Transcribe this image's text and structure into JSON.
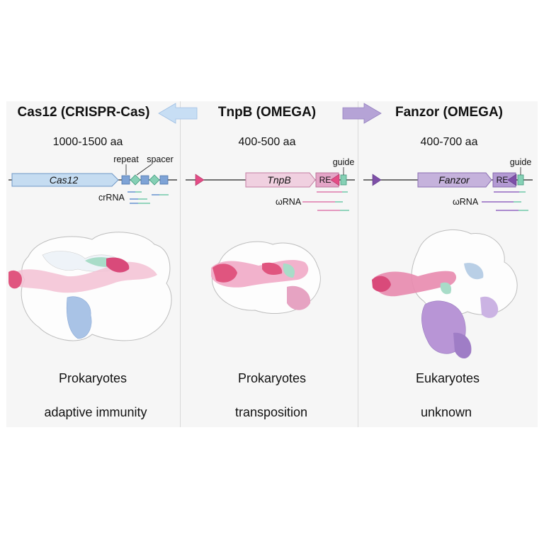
{
  "panels": [
    {
      "title": "Cas12 (CRISPR-Cas)",
      "aa": "1000-1500 aa",
      "gene": "Cas12",
      "labels": {
        "repeat": "repeat",
        "spacer": "spacer",
        "rna": "crRNA"
      },
      "host": "Prokaryotes",
      "function": "adaptive immunity",
      "colors": {
        "gene": "#c5dcf1",
        "gene_stroke": "#6f98c6",
        "box": "#7ea3d6",
        "diamond": "#86d0b5"
      }
    },
    {
      "title": "TnpB (OMEGA)",
      "aa": "400-500 aa",
      "gene": "TnpB",
      "labels": {
        "re": "RE",
        "guide": "guide",
        "rna": "ωRNA"
      },
      "host": "Prokaryotes",
      "function": "transposition",
      "colors": {
        "gene": "#f0d0e0",
        "gene_stroke": "#c47da2",
        "re": "#e4a5c7",
        "end": "#e44c86",
        "guide": "#86d0b5"
      }
    },
    {
      "title": "Fanzor (OMEGA)",
      "aa": "400-700 aa",
      "gene": "Fanzor",
      "labels": {
        "re": "RE",
        "guide": "guide",
        "rna": "ωRNA"
      },
      "host": "Eukaryotes",
      "function": "unknown",
      "colors": {
        "gene": "#c5b2dc",
        "gene_stroke": "#8a6db3",
        "re": "#b39ad3",
        "end": "#7e4fa8",
        "guide": "#86d0b5"
      }
    }
  ],
  "arrows": {
    "left_color": "#c7def4",
    "right_color": "#b5a3d6"
  }
}
